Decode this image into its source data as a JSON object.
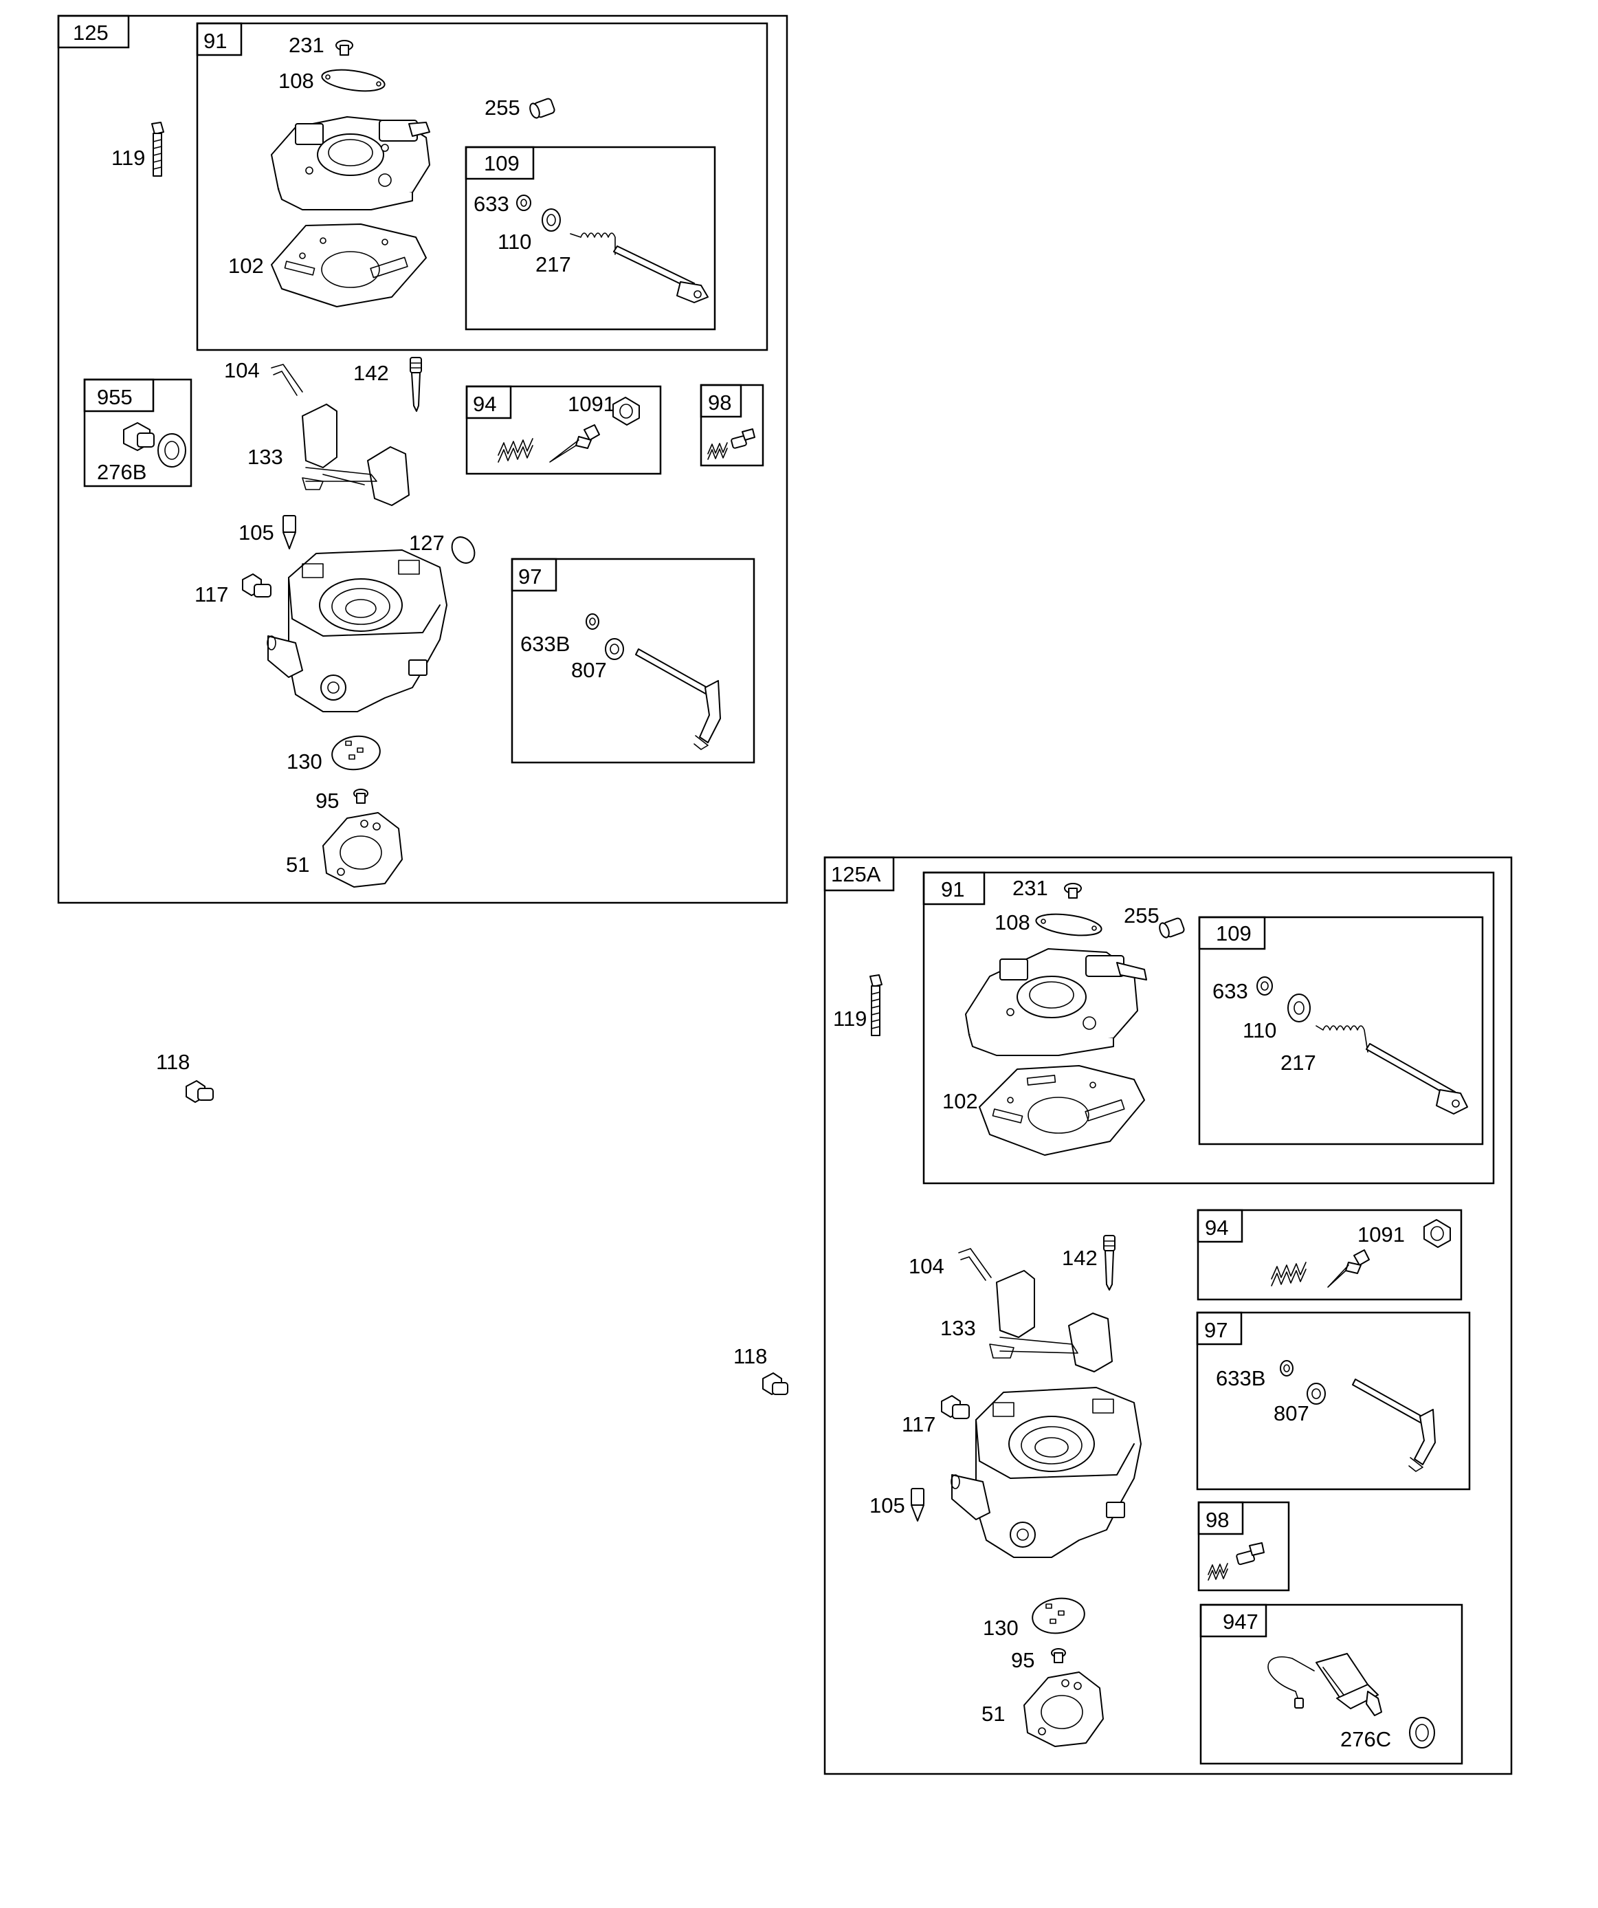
{
  "diagram": {
    "kits": {
      "k125": "125",
      "k125a": "125A",
      "k91": "91",
      "k109": "109",
      "k955": "955",
      "k94": "94",
      "k98": "98",
      "k97": "97",
      "k947": "947"
    },
    "callouts": {
      "c231": "231",
      "c108": "108",
      "c255": "255",
      "c119": "119",
      "c633": "633",
      "c110": "110",
      "c217": "217",
      "c102": "102",
      "c104": "104",
      "c142": "142",
      "c1091": "1091",
      "c133": "133",
      "c276b": "276B",
      "c105": "105",
      "c127": "127",
      "c117": "117",
      "c633b": "633B",
      "c807": "807",
      "c130": "130",
      "c95": "95",
      "c51": "51",
      "c118": "118",
      "c276c": "276C"
    }
  }
}
